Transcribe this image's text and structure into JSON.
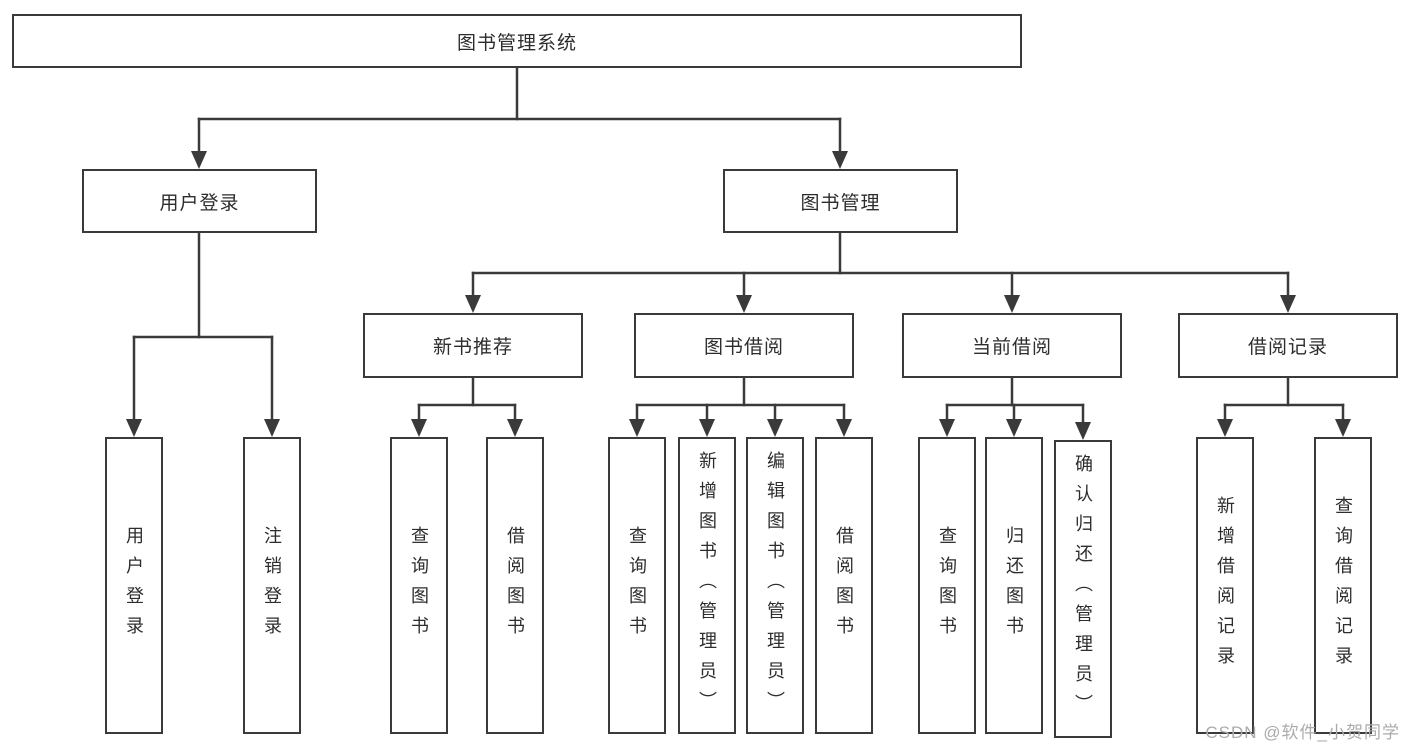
{
  "diagram": {
    "title": "图书管理系统",
    "nodes": {
      "root": "图书管理系统",
      "login": "用户登录",
      "mgmt": "图书管理",
      "newbook": "新书推荐",
      "borrow": "图书借阅",
      "current": "当前借阅",
      "records": "借阅记录"
    },
    "leaves": {
      "login": [
        "用户登录",
        "注销登录"
      ],
      "newbook": [
        "查询图书",
        "借阅图书"
      ],
      "borrow": [
        "查询图书",
        "新增图书（管理员）",
        "编辑图书（管理员）",
        "借阅图书"
      ],
      "current": [
        "查询图书",
        "归还图书",
        "确认归还（管理员）"
      ],
      "records": [
        "新增借阅记录",
        "查询借阅记录"
      ]
    },
    "colors": {
      "border": "#3a3a3a",
      "text": "#2d2d2d",
      "background": "#ffffff",
      "watermark": "#ababab"
    },
    "watermark": "CSDN @软件_小贺同学"
  }
}
